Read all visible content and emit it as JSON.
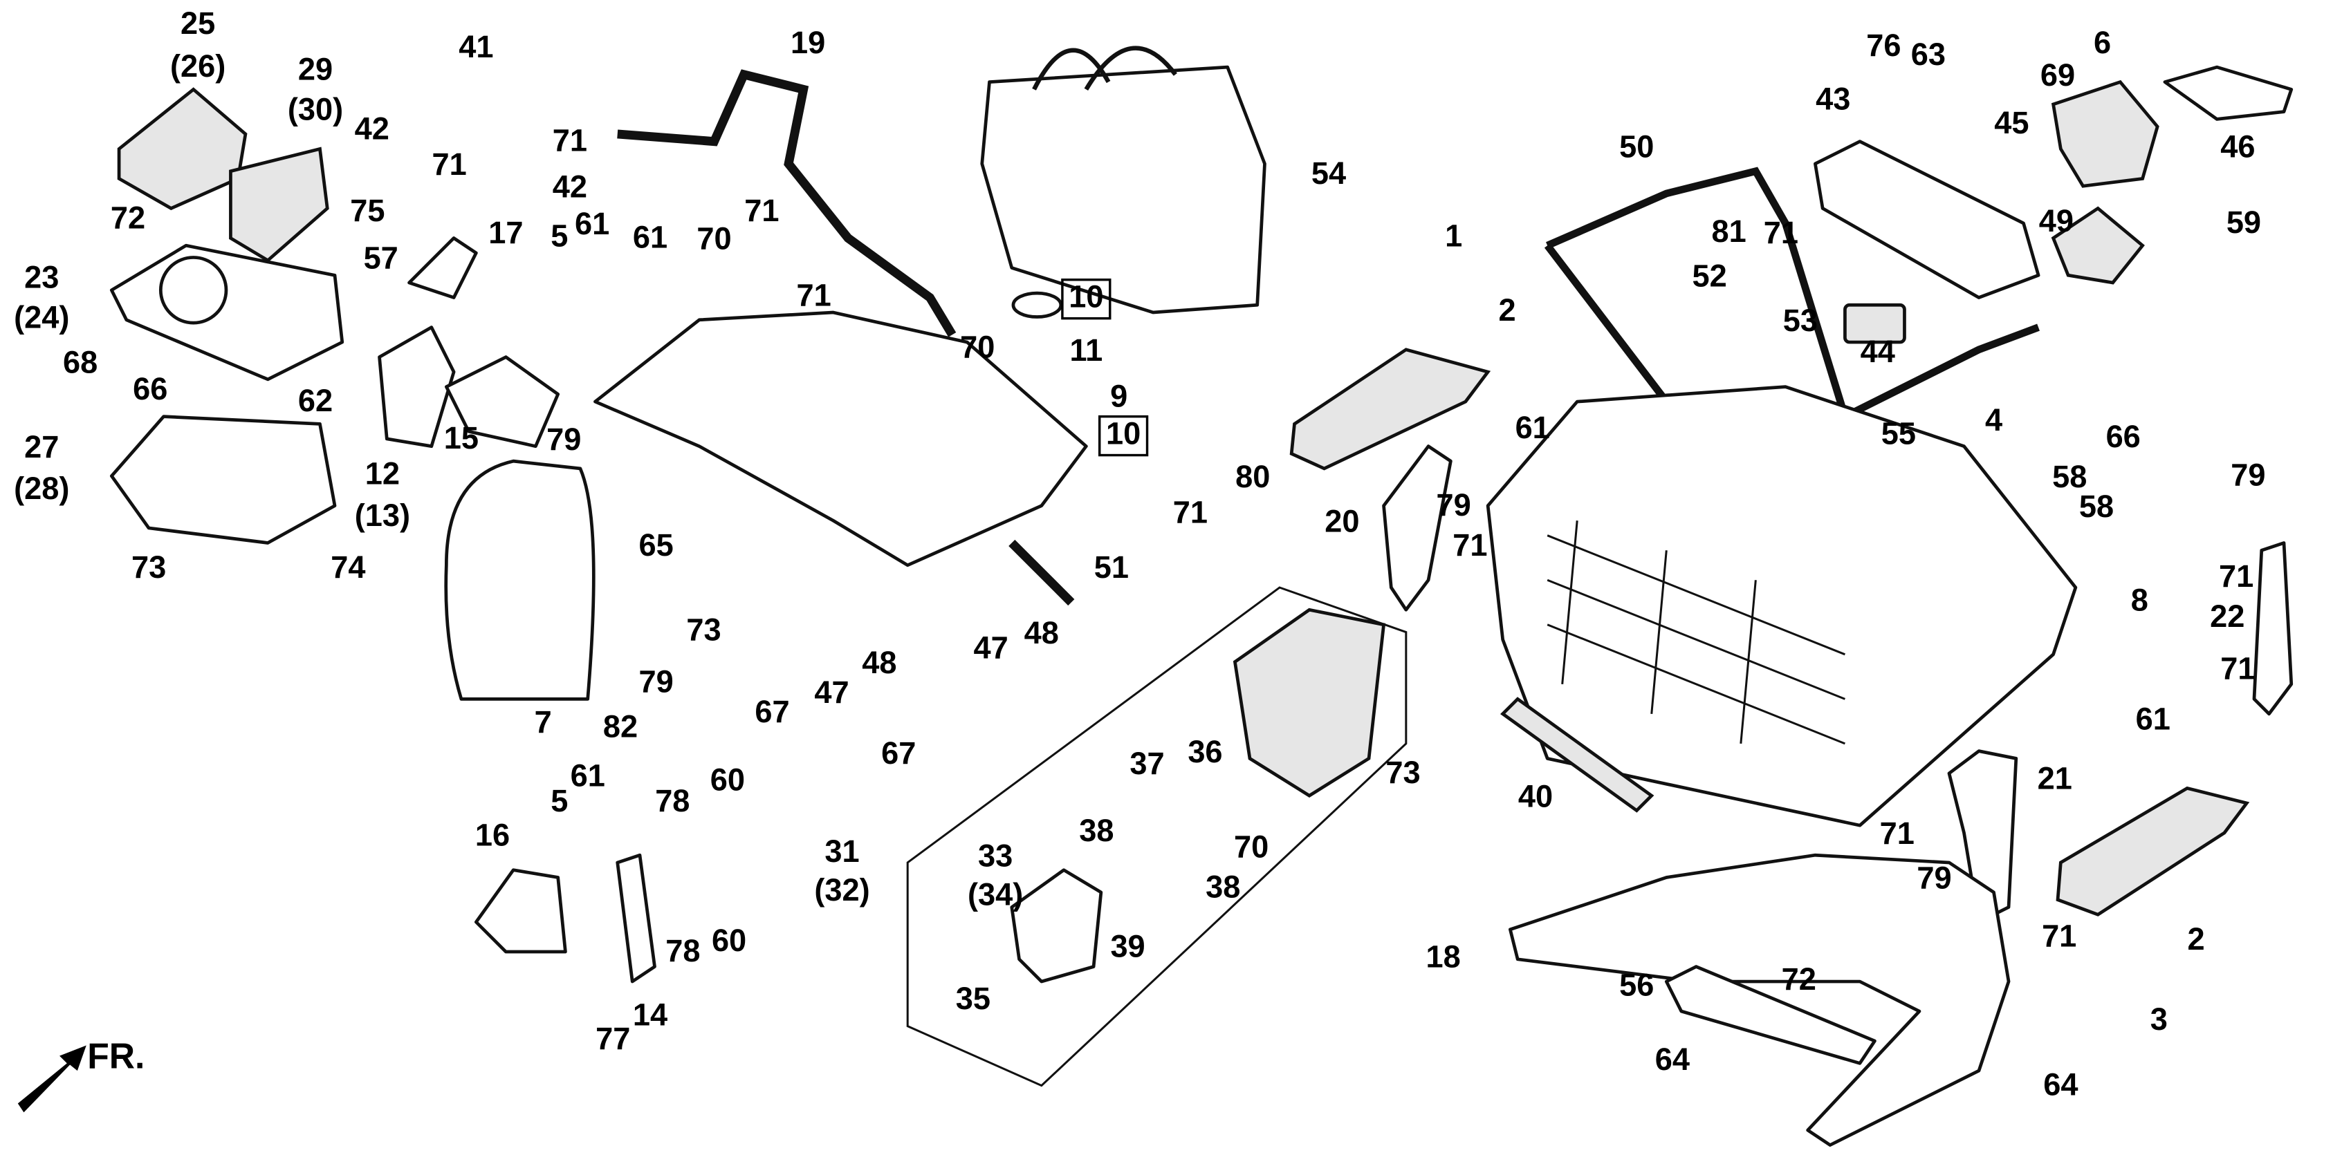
{
  "diagram": {
    "front_marker": "FR.",
    "boxed_labels": [
      "10",
      "10"
    ],
    "callouts": [
      "25",
      "(26)",
      "29",
      "(30)",
      "41",
      "42",
      "71",
      "71",
      "42",
      "19",
      "54",
      "72",
      "75",
      "17",
      "70",
      "71",
      "23",
      "(24)",
      "57",
      "5",
      "61",
      "61",
      "68",
      "66",
      "62",
      "27",
      "(28)",
      "12",
      "(13)",
      "15",
      "79",
      "71",
      "70",
      "10",
      "11",
      "9",
      "10",
      "65",
      "73",
      "74",
      "73",
      "51",
      "79",
      "7",
      "67",
      "47",
      "48",
      "47",
      "48",
      "67",
      "82",
      "5",
      "61",
      "78",
      "60",
      "16",
      "31",
      "(32)",
      "33",
      "(34)",
      "37",
      "36",
      "70",
      "38",
      "38",
      "39",
      "35",
      "78",
      "60",
      "14",
      "77",
      "1",
      "2",
      "61",
      "20",
      "79",
      "71",
      "80",
      "71",
      "73",
      "50",
      "43",
      "76",
      "63",
      "81",
      "71",
      "52",
      "53",
      "44",
      "6",
      "69",
      "45",
      "46",
      "49",
      "59",
      "4",
      "66",
      "55",
      "58",
      "58",
      "8",
      "79",
      "71",
      "22",
      "71",
      "40",
      "61",
      "21",
      "71",
      "79",
      "71",
      "2",
      "3",
      "18",
      "56",
      "72",
      "64",
      "64"
    ]
  }
}
